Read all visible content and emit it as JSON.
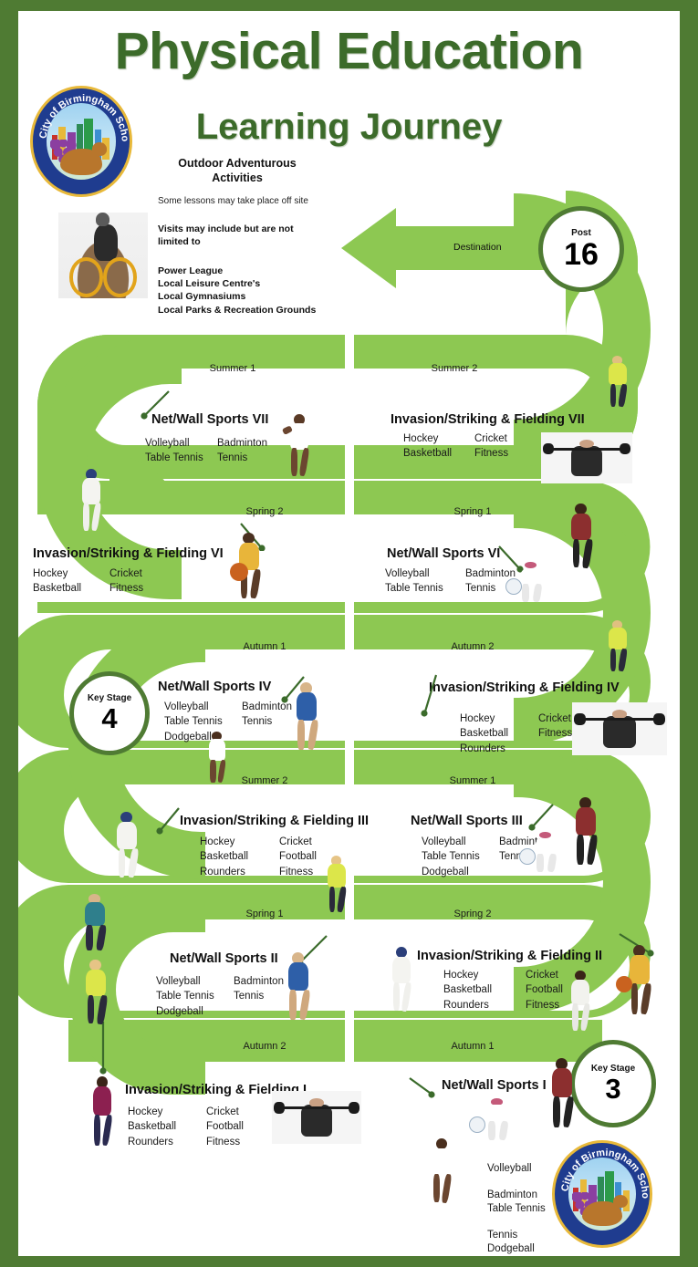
{
  "header": {
    "title": "Physical Education",
    "subtitle": "Learning Journey",
    "title_color": "#3C6B2A",
    "logo_name": "City of Birmingham School",
    "logo_text_top": "City of Birmingham School"
  },
  "theme": {
    "frame_green": "#4F7B33",
    "path_green": "#8DC852",
    "dark_green": "#4F7B33",
    "text_black": "#111111"
  },
  "oaa": {
    "heading_line1": "Outdoor Adventurous",
    "heading_line2": "Activities",
    "subnote": "Some lessons may take place off site",
    "intro_line1": "Visits may include but are not",
    "intro_line2": "limited to",
    "venues": [
      "Power League",
      "Local Leisure Centre's",
      "Local Gymnasiums",
      "Local Parks & Recreation Grounds"
    ],
    "photo_name": "mountain-biking-photo"
  },
  "destination": {
    "label": "Destination",
    "arrow_direction": "left"
  },
  "milestones": {
    "post16": {
      "label": "Post",
      "value": "16"
    },
    "ks4": {
      "label": "Key Stage",
      "value": "4"
    },
    "ks3": {
      "label": "Key Stage",
      "value": "3"
    }
  },
  "rows": [
    {
      "id": "row-vii",
      "left": {
        "season": "Summer 1",
        "unit": "Net/Wall Sports VII",
        "col1": [
          "Volleyball",
          "Table Tennis"
        ],
        "col2": [
          "Badminton",
          "Tennis"
        ]
      },
      "right": {
        "season": "Summer 2",
        "unit": "Invasion/Striking & Fielding VII",
        "col1": [
          "Hockey",
          "Basketball"
        ],
        "col2": [
          "Cricket",
          "Fitness"
        ]
      }
    },
    {
      "id": "row-vi",
      "left": {
        "season": "Spring 2",
        "unit": "Invasion/Striking & Fielding VI",
        "col1": [
          "Hockey",
          "Basketball"
        ],
        "col2": [
          "Cricket",
          "Fitness"
        ]
      },
      "right": {
        "season": "Spring 1",
        "unit": "Net/Wall Sports VI",
        "col1": [
          "Volleyball",
          "Table Tennis"
        ],
        "col2": [
          "Badminton",
          "Tennis"
        ]
      }
    },
    {
      "id": "row-iv",
      "left": {
        "season": "Autumn 1",
        "unit": "Net/Wall Sports IV",
        "col1": [
          "Volleyball",
          "Table Tennis",
          "Dodgeball"
        ],
        "col2": [
          "Badminton",
          "Tennis"
        ]
      },
      "right": {
        "season": "Autumn 2",
        "unit": "Invasion/Striking & Fielding IV",
        "col1": [
          "Hockey",
          "Basketball",
          "Rounders"
        ],
        "col2": [
          "Cricket",
          "Fitness"
        ]
      }
    },
    {
      "id": "row-iii",
      "left": {
        "season": "Summer 2",
        "unit": "Invasion/Striking & Fielding III",
        "col1": [
          "Hockey",
          "Basketball",
          "Rounders"
        ],
        "col2": [
          "Cricket",
          "Football",
          "Fitness"
        ]
      },
      "right": {
        "season": "Summer 1",
        "unit": "Net/Wall Sports III",
        "col1": [
          "Volleyball",
          "Table Tennis",
          "Dodgeball"
        ],
        "col2": [
          "Badminton",
          "Tennis"
        ]
      }
    },
    {
      "id": "row-ii",
      "left": {
        "season": "Spring 1",
        "unit": "Net/Wall Sports II",
        "col1": [
          "Volleyball",
          "Table Tennis",
          "Dodgeball"
        ],
        "col2": [
          "Badminton",
          "Tennis"
        ]
      },
      "right": {
        "season": "Spring 2",
        "unit": "Invasion/Striking & Fielding II",
        "col1": [
          "Hockey",
          "Basketball",
          "Rounders"
        ],
        "col2": [
          "Cricket",
          "Football",
          "Fitness"
        ]
      }
    },
    {
      "id": "row-i",
      "left": {
        "season": "Autumn 2",
        "unit": "Invasion/Striking & Fielding I",
        "col1": [
          "Hockey",
          "Basketball",
          "Rounders"
        ],
        "col2": [
          "Cricket",
          "Football",
          "Fitness"
        ]
      },
      "right": {
        "season": "Autumn 1",
        "unit": "Net/Wall Sports I",
        "col1": [
          "Volleyball",
          "",
          "Badminton",
          "Table Tennis",
          "",
          "Tennis",
          "Dodgeball"
        ],
        "col2": []
      }
    }
  ],
  "footer": {
    "netwall_i_list": [
      "Volleyball",
      "Badminton",
      "Table Tennis",
      "Tennis",
      "Dodgeball"
    ],
    "logo_name": "City of Birmingham School"
  }
}
